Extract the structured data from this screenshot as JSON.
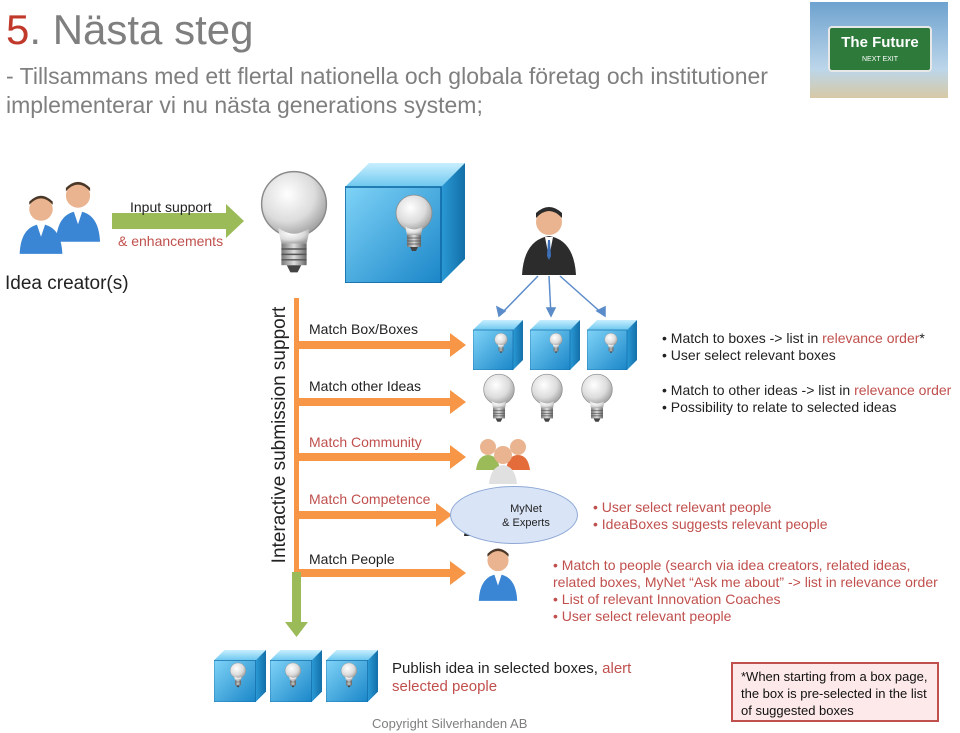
{
  "title": {
    "number": "5",
    "text": ". Nästa steg"
  },
  "subtitle": "- Tillsammans med ett flertal nationella och globala företag och institutioner implementerar vi nu nästa generations system;",
  "future_sign": {
    "line1": "The Future",
    "line2": "NEXT EXIT"
  },
  "input_support": {
    "line1": "Input support",
    "line2": "& enhancements"
  },
  "idea_creator_label": "Idea creator(s)",
  "vertical_label": "Interactive submission support",
  "steps": [
    {
      "label": "Match Box/Boxes"
    },
    {
      "label": "Match other Ideas"
    },
    {
      "label": "Match Community"
    },
    {
      "label": "Match Competence"
    },
    {
      "label": "Match People"
    }
  ],
  "mynet_label": {
    "line1": "MyNet",
    "line2": "& Experts"
  },
  "bullets_boxes": [
    {
      "text": "Match to boxes -> list in ",
      "highlight": "relevance order",
      "suffix": "*"
    },
    {
      "text": "User select relevant boxes"
    }
  ],
  "bullets_ideas": [
    {
      "text": "Match to other ideas -> list in ",
      "highlight": "relevance order"
    },
    {
      "text": "Possibility to relate to selected ideas"
    }
  ],
  "bullets_community": [
    "User select relevant people",
    "IdeaBoxes suggests relevant people"
  ],
  "bullets_people": [
    "Match to people (search via idea creators, related ideas,",
    "related boxes, MyNet “Ask me about” -> list in relevance order",
    "List of relevant Innovation Coaches",
    "User select relevant people"
  ],
  "publish": {
    "part1": "Publish idea in selected boxes, ",
    "part2": "alert",
    "part3": "selected people"
  },
  "note": "*When starting from a box page, the box is pre-selected in the list of suggested boxes",
  "footer": "Copyright Silverhanden AB",
  "colors": {
    "accent_red": "#c0504d",
    "arrow_orange": "#f79646",
    "arrow_green": "#9bbb59",
    "cube_blue": "#2fa6e0",
    "title_gray": "#7f7f7f"
  }
}
